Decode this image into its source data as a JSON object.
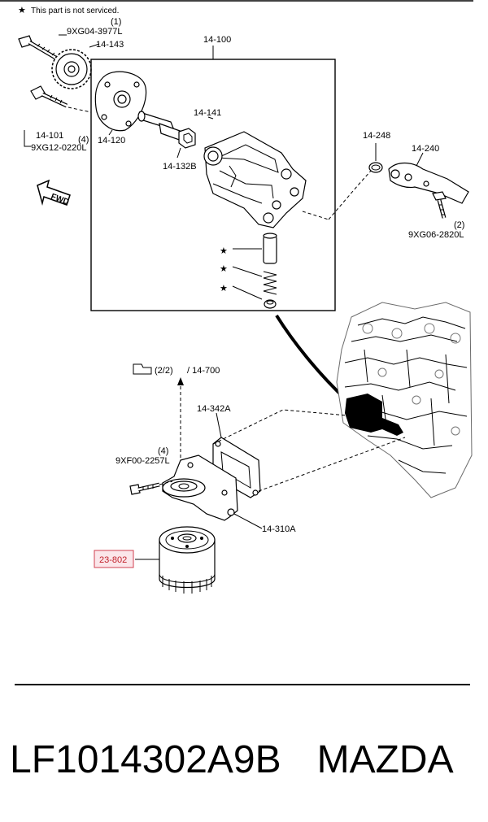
{
  "notice": {
    "star": "★",
    "text": "This part is not serviced."
  },
  "labels": {
    "bolt_9xg04": "9XG04-3977L",
    "bolt_9xg04_qty": "(1)",
    "sprocket": "14-143",
    "pump_assembly": "14-100",
    "pump_cover": "14-120",
    "pump_shaft": "14-141",
    "coupling": "14-132B",
    "group_14_101": "14-101",
    "bolt_9xg12_qty": "(4)",
    "bolt_9xg12": "9XG12-0220L",
    "fwd": "FWD",
    "o_ring": "14-248",
    "baffle": "14-240",
    "bolt_9xg06_qty": "(2)",
    "bolt_9xg06": "9XG06-2820L",
    "reference": "(2/2)",
    "reference_target": "/ 14-700",
    "gasket": "14-342A",
    "bolt_9xf00_qty": "(4)",
    "bolt_9xf00": "9XF00-2257L",
    "filter_body": "14-310A",
    "oil_filter": "23-802"
  },
  "footer": {
    "part_number": "LF1014302A9B",
    "brand": "MAZDA"
  }
}
